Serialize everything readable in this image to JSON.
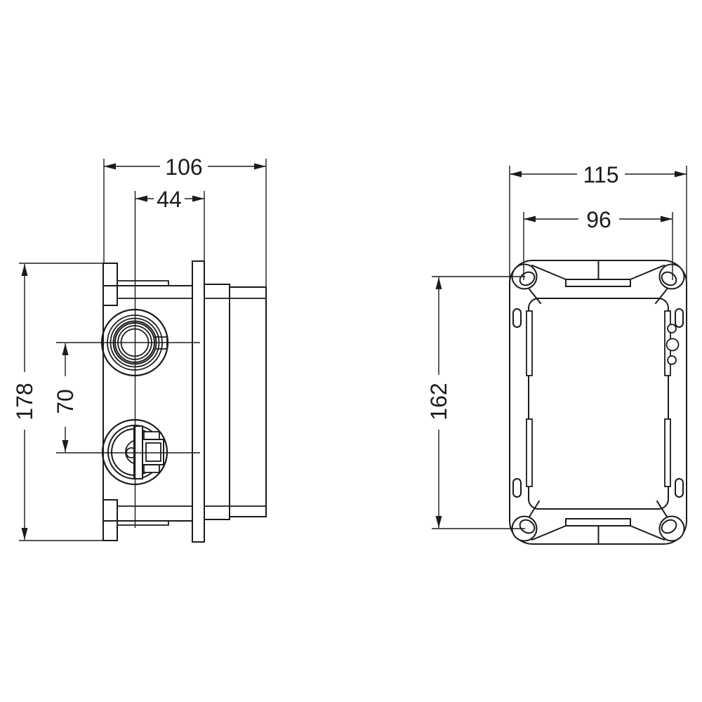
{
  "drawing": {
    "kind": "technical-dimension-drawing",
    "colors": {
      "line": "#1b1b1b",
      "background": "#ffffff"
    },
    "views": {
      "side": {
        "dims": {
          "total_depth": "106",
          "plate_offset": "44",
          "total_height": "178",
          "port_spacing": "70"
        }
      },
      "front": {
        "dims": {
          "total_width": "115",
          "hole_spacing_h": "96",
          "hole_spacing_v": "162"
        }
      }
    }
  }
}
